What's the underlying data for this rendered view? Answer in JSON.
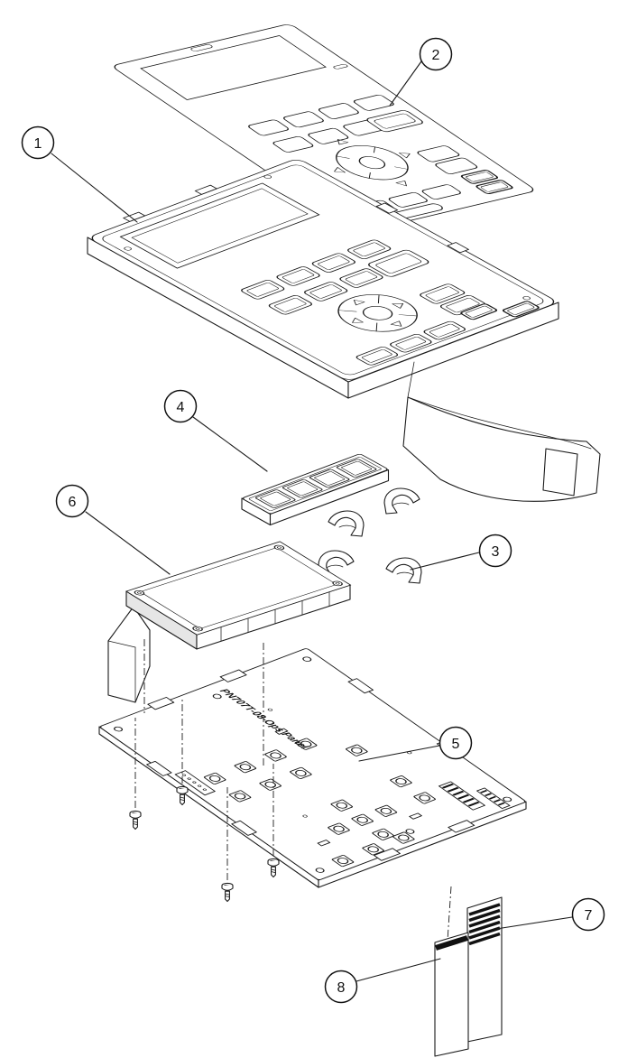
{
  "diagram": {
    "type": "exploded-parts-view",
    "colors": {
      "ink": "#1a1a1a",
      "paper": "#ffffff"
    },
    "callouts": [
      {
        "number": "1"
      },
      {
        "number": "2"
      },
      {
        "number": "3"
      },
      {
        "number": "4"
      },
      {
        "number": "5"
      },
      {
        "number": "6"
      },
      {
        "number": "7"
      },
      {
        "number": "8"
      }
    ],
    "pcb_label": "PN707T-08-Ops Panel"
  }
}
